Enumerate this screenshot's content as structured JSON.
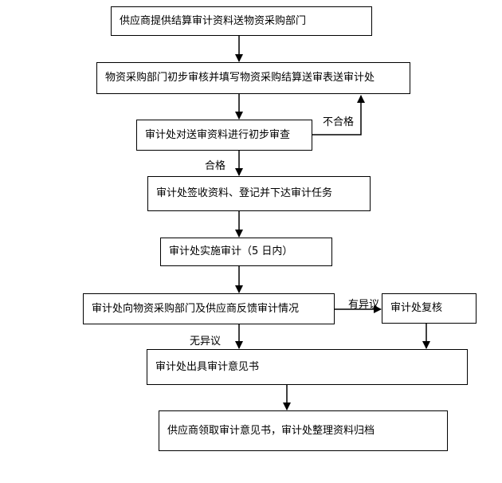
{
  "flowchart": {
    "steps": [
      {
        "id": "s1",
        "text": "供应商提供结算审计资料送物资采购部门"
      },
      {
        "id": "s2",
        "text": "物资采购部门初步审核并填写物资采购结算送审表送审计处"
      },
      {
        "id": "s3",
        "text": "审计处对送审资料进行初步审查"
      },
      {
        "id": "s4",
        "text": "审计处签收资料、登记并下达审计任务"
      },
      {
        "id": "s5",
        "text": "审计处实施审计（5 日内）"
      },
      {
        "id": "s6",
        "text": "审计处向物资采购部门及供应商反馈审计情况"
      },
      {
        "id": "s7",
        "text": "审计处复核"
      },
      {
        "id": "s8",
        "text": "审计处出具审计意见书"
      },
      {
        "id": "s9",
        "text": "供应商领取审计意见书，审计处整理资料归档"
      }
    ],
    "edge_labels": {
      "fail": "不合格",
      "pass": "合格",
      "objection": "有异议",
      "no_objection": "无异议"
    }
  }
}
